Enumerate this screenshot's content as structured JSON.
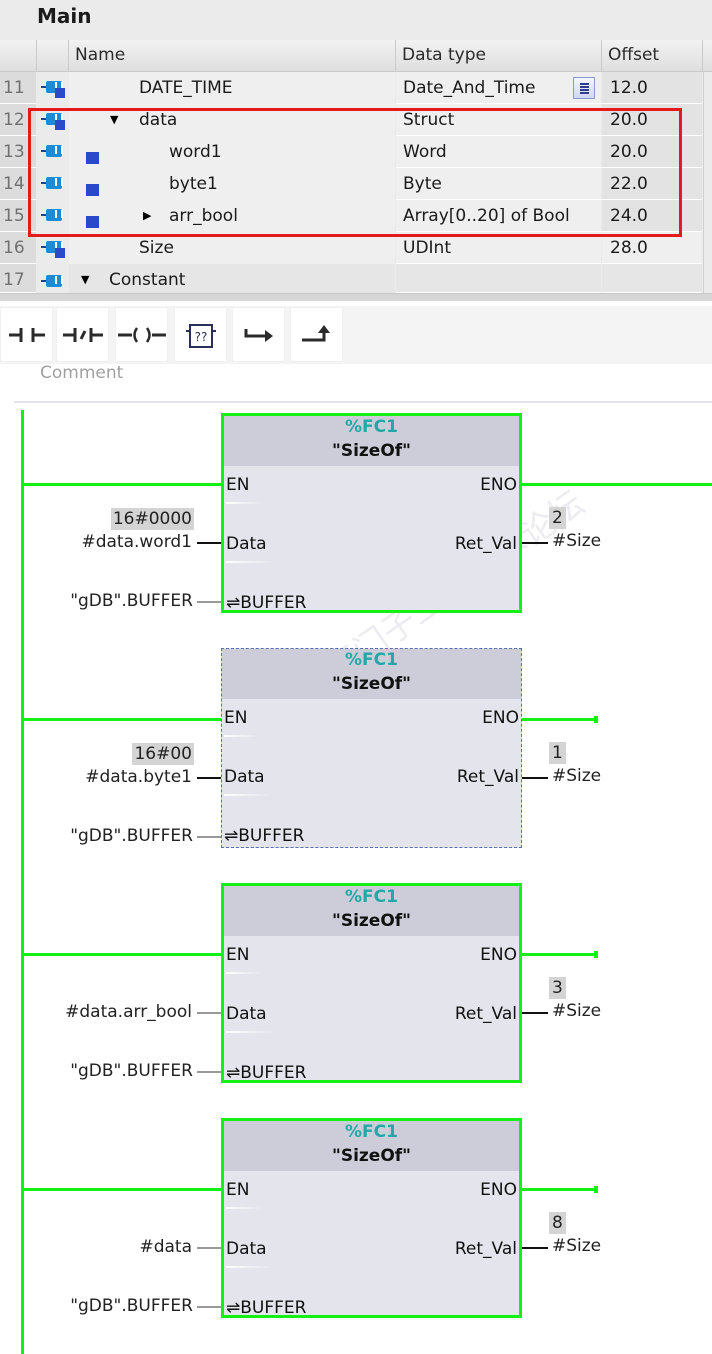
{
  "table": {
    "title": "Main",
    "columns": {
      "name": "Name",
      "data_type": "Data type",
      "offset": "Offset"
    },
    "rows": [
      {
        "num": "11",
        "name": "DATE_TIME",
        "type": "Date_And_Time",
        "offset": "12.0",
        "icon": "static-tag-icon",
        "has_list_button": true
      },
      {
        "num": "12",
        "name": "data",
        "type": "Struct",
        "offset": "20.0",
        "icon": "static-tag-icon",
        "expanded": true
      },
      {
        "num": "13",
        "name": "word1",
        "type": "Word",
        "offset": "20.0",
        "icon": "member-tag-icon"
      },
      {
        "num": "14",
        "name": "byte1",
        "type": "Byte",
        "offset": "22.0",
        "icon": "member-tag-icon"
      },
      {
        "num": "15",
        "name": "arr_bool",
        "type": "Array[0..20] of Bool",
        "offset": "24.0",
        "icon": "member-tag-icon",
        "collapsed": true
      },
      {
        "num": "16",
        "name": "Size",
        "type": "UDInt",
        "offset": "28.0",
        "icon": "static-tag-icon"
      },
      {
        "num": "17",
        "name": "Constant",
        "type": "",
        "offset": "",
        "icon": "member-tag-icon",
        "expanded": true
      }
    ],
    "highlight_color": "#e31b1b"
  },
  "toolbar": {
    "buttons": [
      {
        "name": "normally-open-contact",
        "icon": "no-contact-icon"
      },
      {
        "name": "normally-closed-contact",
        "icon": "nc-contact-icon"
      },
      {
        "name": "output-coil",
        "icon": "coil-icon"
      },
      {
        "name": "empty-box",
        "icon": "empty-box-icon",
        "label": "??"
      },
      {
        "name": "open-branch",
        "icon": "open-branch-icon"
      },
      {
        "name": "close-branch",
        "icon": "close-branch-icon"
      }
    ]
  },
  "network": {
    "comment_placeholder": "Comment",
    "power_color": "#14f014",
    "blocks": [
      {
        "instance": "%FC1",
        "name": "\"SizeOf\"",
        "pins": {
          "en": "EN",
          "eno": "ENO",
          "data": "Data",
          "ret": "Ret_Val",
          "buffer": "⇌BUFFER"
        },
        "data_operand": "#data.word1",
        "data_value": "16#0000",
        "buffer_operand": "\"gDB\".BUFFER",
        "ret_operand": "#Size",
        "ret_value": "2",
        "selected": true
      },
      {
        "instance": "%FC1",
        "name": "\"SizeOf\"",
        "pins": {
          "en": "EN",
          "eno": "ENO",
          "data": "Data",
          "ret": "Ret_Val",
          "buffer": "⇌BUFFER"
        },
        "data_operand": "#data.byte1",
        "data_value": "16#00",
        "buffer_operand": "\"gDB\".BUFFER",
        "ret_operand": "#Size",
        "ret_value": "1",
        "selected": false
      },
      {
        "instance": "%FC1",
        "name": "\"SizeOf\"",
        "pins": {
          "en": "EN",
          "eno": "ENO",
          "data": "Data",
          "ret": "Ret_Val",
          "buffer": "⇌BUFFER"
        },
        "data_operand": "#data.arr_bool",
        "data_value": "",
        "buffer_operand": "\"gDB\".BUFFER",
        "ret_operand": "#Size",
        "ret_value": "3",
        "selected": true
      },
      {
        "instance": "%FC1",
        "name": "\"SizeOf\"",
        "pins": {
          "en": "EN",
          "eno": "ENO",
          "data": "Data",
          "ret": "Ret_Val",
          "buffer": "⇌BUFFER"
        },
        "data_operand": "#data",
        "data_value": "",
        "buffer_operand": "\"gDB\".BUFFER",
        "ret_operand": "#Size",
        "ret_value": "8",
        "selected": true
      }
    ]
  }
}
